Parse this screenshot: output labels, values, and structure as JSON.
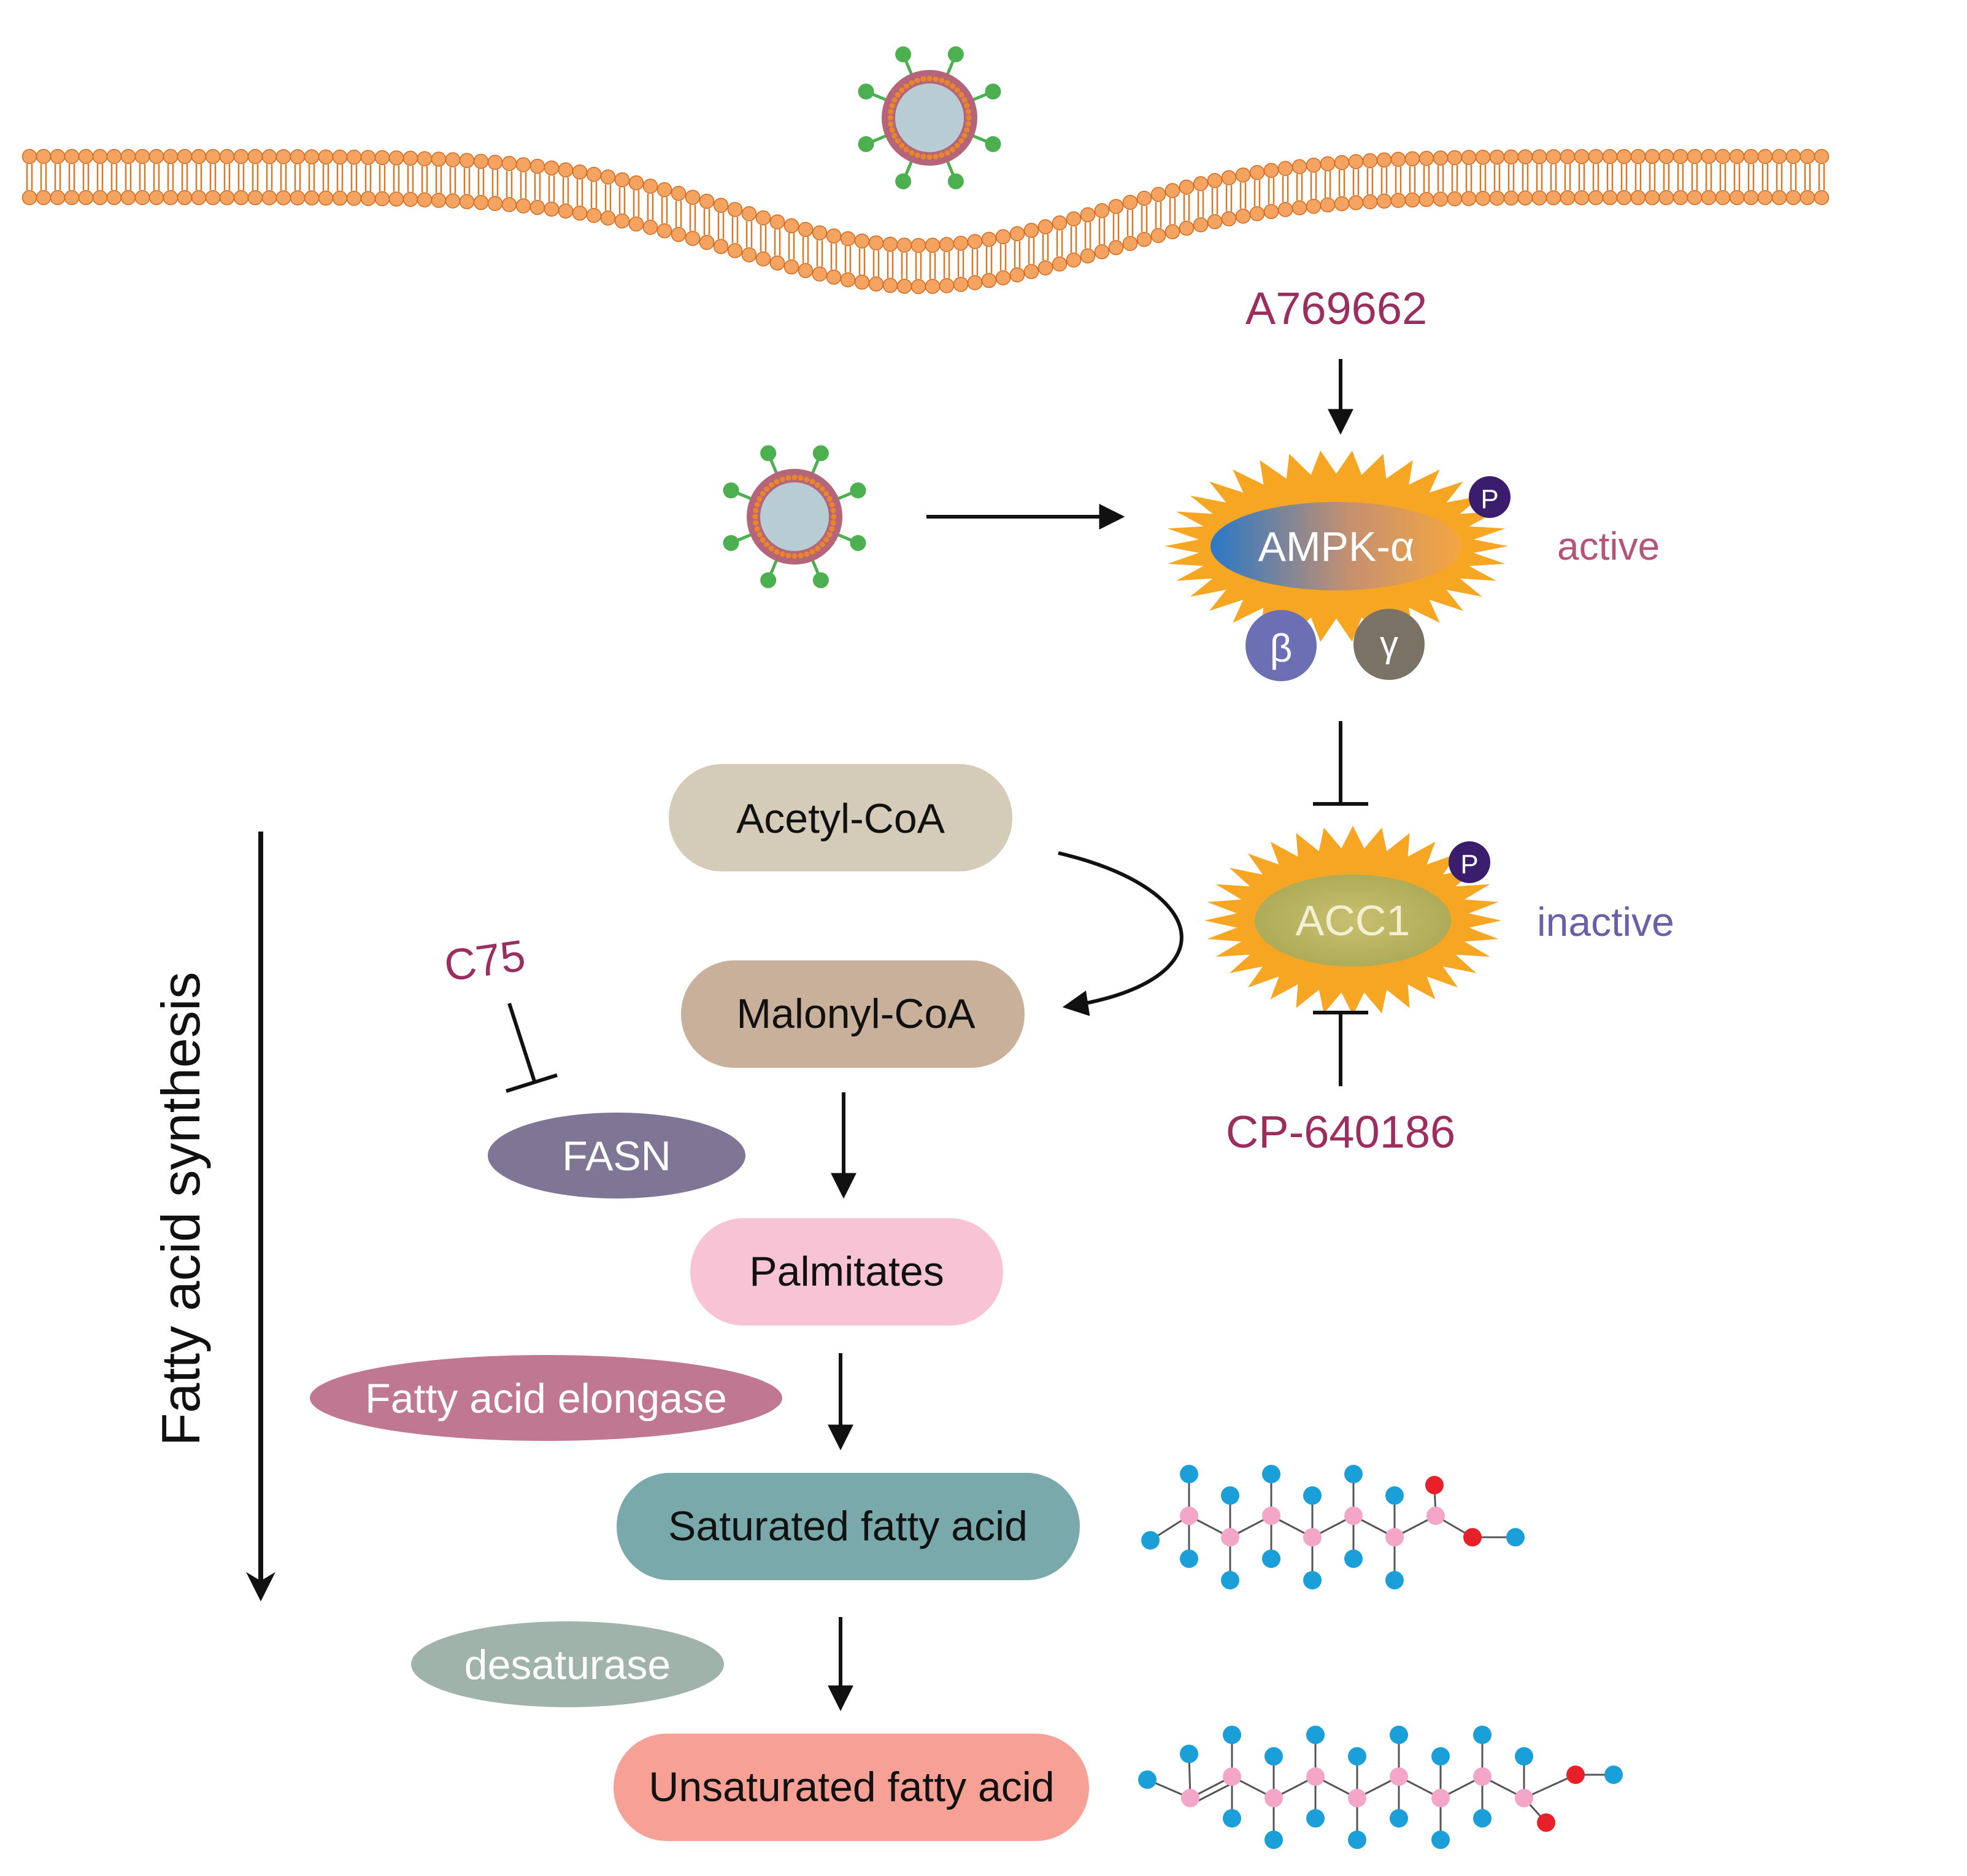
{
  "colors": {
    "lipid_head": "#f4a460",
    "lipid_head_stroke": "#d2691e",
    "lipid_tail": "#d47a2c",
    "virus_core": "#b8cdd3",
    "virus_ring": "#b5647a",
    "virus_ring_dots": "#e8862a",
    "virus_spike": "#4caf50",
    "drug_text": "#9b2d5f",
    "active_text": "#b5547a",
    "inactive_text": "#6a5fa8",
    "burst": "#f6a623",
    "phospho": "#3b1d6e",
    "atom_carbon": "#f4a6c8",
    "atom_hydrogen": "#1a9fd8",
    "atom_oxygen": "#e8202a"
  },
  "drugs": {
    "a769662": "A769662",
    "c75": "C75",
    "cp640186": "CP-640186"
  },
  "ampk": {
    "alpha": "AMPK-α",
    "beta": "β",
    "gamma": "γ",
    "phospho": "P",
    "state": "active"
  },
  "acc1": {
    "label": "ACC1",
    "phospho": "P",
    "state": "inactive"
  },
  "pathway": {
    "acetyl_coa": "Acetyl-CoA",
    "malonyl_coa": "Malonyl-CoA",
    "palmitates": "Palmitates",
    "saturated": "Saturated fatty acid",
    "unsaturated": "Unsaturated fatty acid"
  },
  "enzymes": {
    "fasn": "FASN",
    "elongase": "Fatty acid elongase",
    "desaturase": "desaturase"
  },
  "side_label": "Fatty acid synthesis"
}
